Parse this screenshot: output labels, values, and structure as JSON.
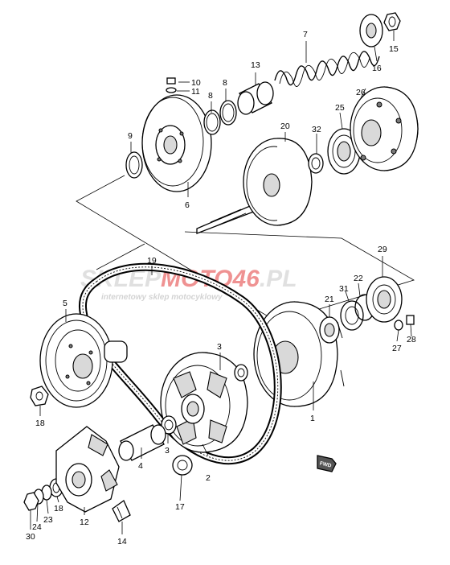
{
  "watermark": {
    "brand_prefix": "SKLEP",
    "brand_accent": "MOTO46",
    "brand_suffix": ".PL",
    "tagline": "internetowy sklep motocyklowy",
    "accent_color": "#e23a3a",
    "gray_color": "#c8c8c8"
  },
  "fwd_badge": "FWD",
  "callouts": [
    {
      "id": "p1",
      "label": "1"
    },
    {
      "id": "p2",
      "label": "2"
    },
    {
      "id": "p3a",
      "label": "3"
    },
    {
      "id": "p3b",
      "label": "3"
    },
    {
      "id": "p4",
      "label": "4"
    },
    {
      "id": "p5",
      "label": "5"
    },
    {
      "id": "p6",
      "label": "6"
    },
    {
      "id": "p7",
      "label": "7"
    },
    {
      "id": "p8a",
      "label": "8"
    },
    {
      "id": "p8b",
      "label": "8"
    },
    {
      "id": "p9",
      "label": "9"
    },
    {
      "id": "p10",
      "label": "10"
    },
    {
      "id": "p11",
      "label": "11"
    },
    {
      "id": "p12",
      "label": "12"
    },
    {
      "id": "p13",
      "label": "13"
    },
    {
      "id": "p14",
      "label": "14"
    },
    {
      "id": "p15",
      "label": "15"
    },
    {
      "id": "p16",
      "label": "16"
    },
    {
      "id": "p17",
      "label": "17"
    },
    {
      "id": "p18a",
      "label": "18"
    },
    {
      "id": "p18b",
      "label": "18"
    },
    {
      "id": "p19",
      "label": "19"
    },
    {
      "id": "p20",
      "label": "20"
    },
    {
      "id": "p21",
      "label": "21"
    },
    {
      "id": "p22",
      "label": "22"
    },
    {
      "id": "p23",
      "label": "23"
    },
    {
      "id": "p24",
      "label": "24"
    },
    {
      "id": "p25",
      "label": "25"
    },
    {
      "id": "p26",
      "label": "26"
    },
    {
      "id": "p27",
      "label": "27"
    },
    {
      "id": "p28",
      "label": "28"
    },
    {
      "id": "p29",
      "label": "29"
    },
    {
      "id": "p30",
      "label": "30"
    },
    {
      "id": "p31",
      "label": "31"
    },
    {
      "id": "p32",
      "label": "32"
    }
  ]
}
